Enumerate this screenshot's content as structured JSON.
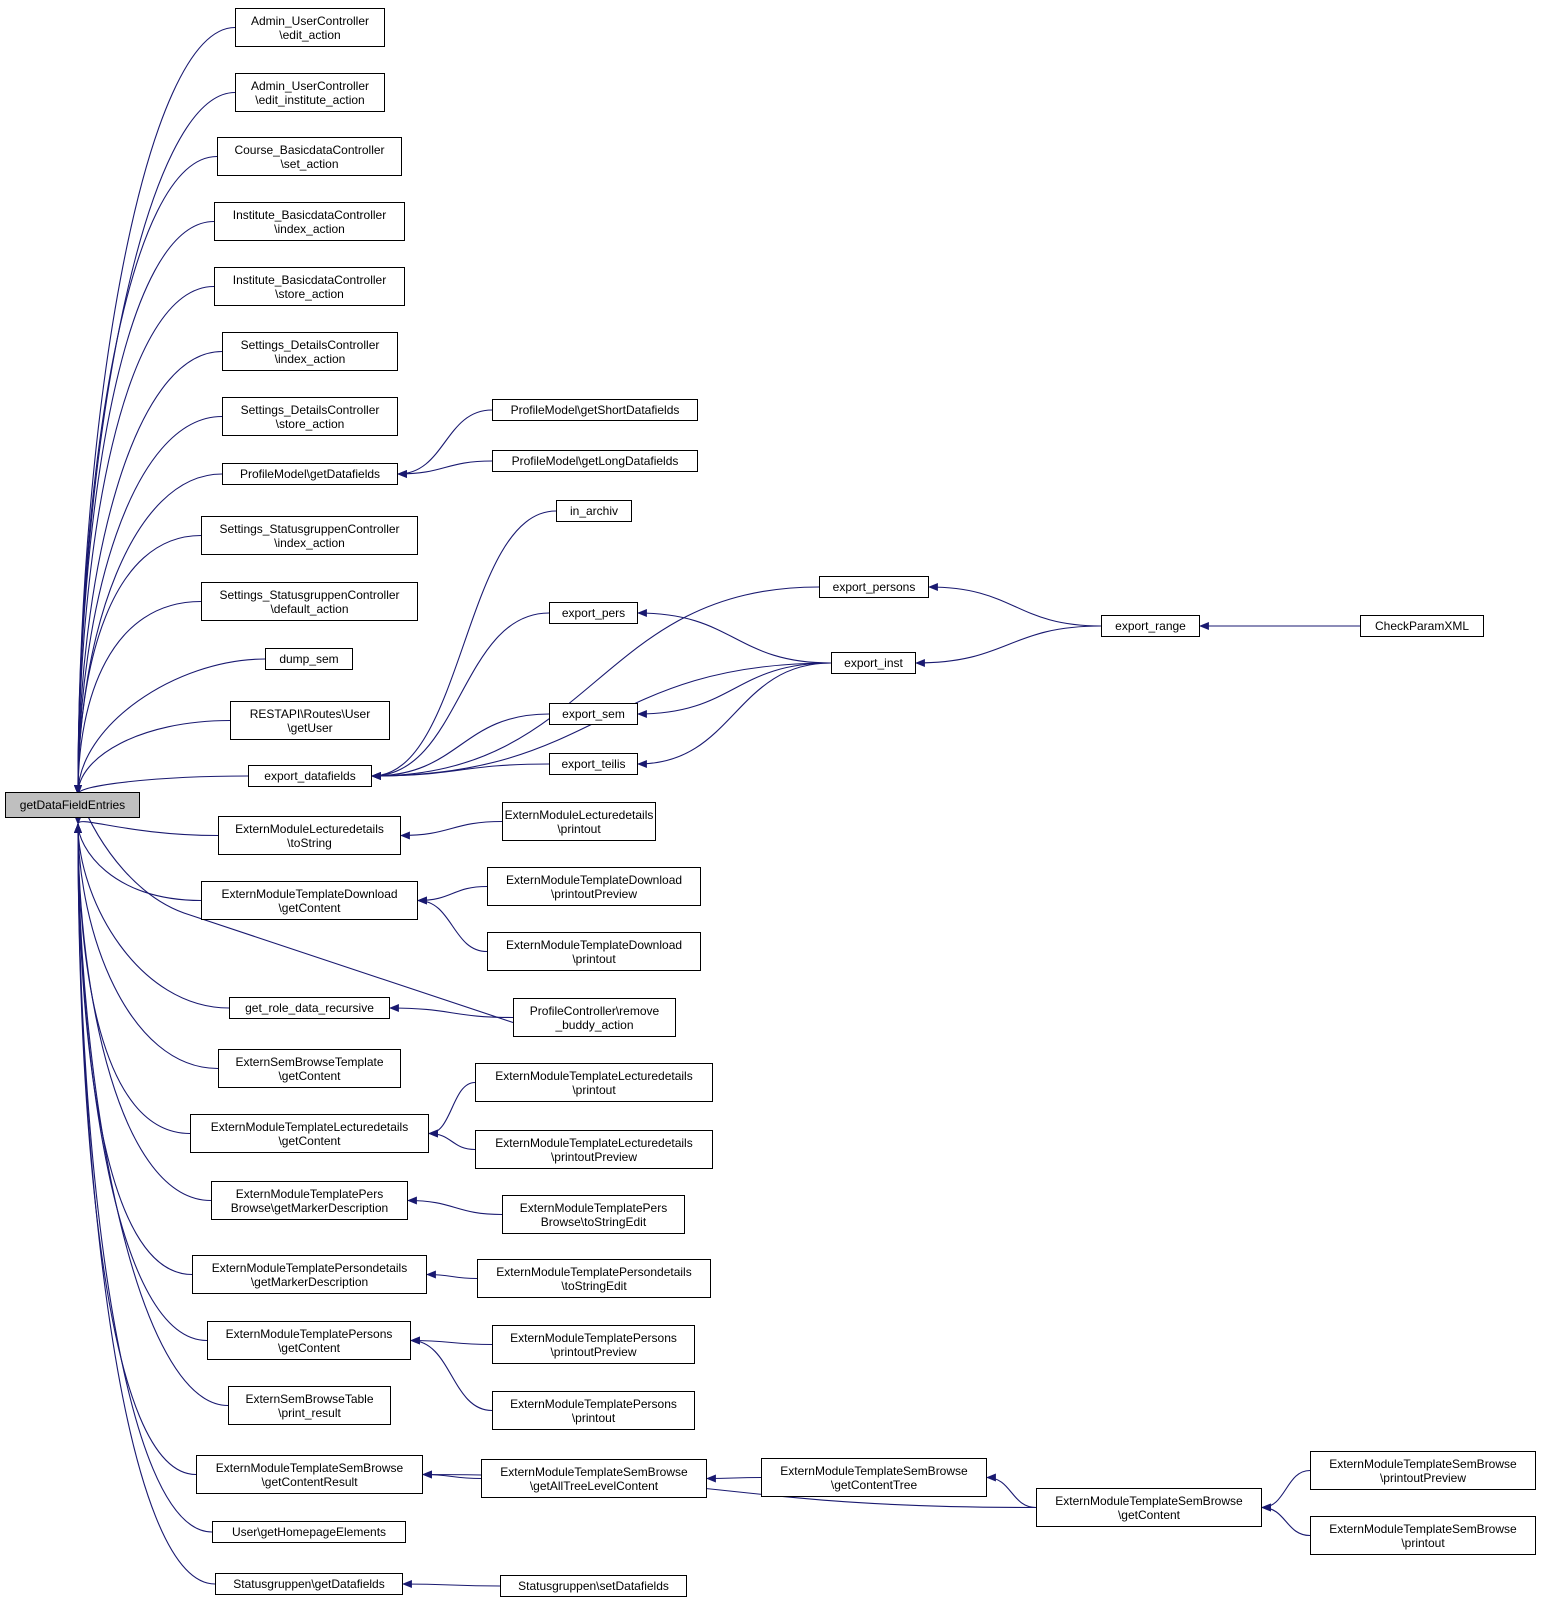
{
  "graph": {
    "edge_color": "#191970",
    "root_fill": "#bfbfbf",
    "nodes": {
      "root": [
        "getDataFieldEntries"
      ],
      "a1": [
        "Admin_UserController",
        "\\edit_action"
      ],
      "a2": [
        "Admin_UserController",
        "\\edit_institute_action"
      ],
      "a3": [
        "Course_BasicdataController",
        "\\set_action"
      ],
      "a4": [
        "Institute_BasicdataController",
        "\\index_action"
      ],
      "a5": [
        "Institute_BasicdataController",
        "\\store_action"
      ],
      "a6": [
        "Settings_DetailsController",
        "\\index_action"
      ],
      "a7": [
        "Settings_DetailsController",
        "\\store_action"
      ],
      "a8": [
        "ProfileModel\\getDatafields"
      ],
      "a9": [
        "Settings_StatusgruppenController",
        "\\index_action"
      ],
      "a10": [
        "Settings_StatusgruppenController",
        "\\default_action"
      ],
      "a11": [
        "dump_sem"
      ],
      "a12": [
        "RESTAPI\\Routes\\User",
        "\\getUser"
      ],
      "a13": [
        "export_datafields"
      ],
      "a14": [
        "ExternModuleLecturedetails",
        "\\toString"
      ],
      "a15": [
        "ExternModuleTemplateDownload",
        "\\getContent"
      ],
      "a16": [
        "get_role_data_recursive"
      ],
      "a17": [
        "ExternSemBrowseTemplate",
        "\\getContent"
      ],
      "a18": [
        "ExternModuleTemplateLecturedetails",
        "\\getContent"
      ],
      "a19": [
        "ExternModuleTemplatePers",
        "Browse\\getMarkerDescription"
      ],
      "a20": [
        "ExternModuleTemplatePersondetails",
        "\\getMarkerDescription"
      ],
      "a21": [
        "ExternModuleTemplatePersons",
        "\\getContent"
      ],
      "a22": [
        "ExternSemBrowseTable",
        "\\print_result"
      ],
      "a23": [
        "ExternModuleTemplateSemBrowse",
        "\\getContentResult"
      ],
      "a24": [
        "User\\getHomepageElements"
      ],
      "a25": [
        "Statusgruppen\\getDatafields"
      ],
      "b1": [
        "ProfileModel\\getShortDatafields"
      ],
      "b2": [
        "ProfileModel\\getLongDatafields"
      ],
      "b3": [
        "in_archiv"
      ],
      "b4": [
        "export_pers"
      ],
      "b5": [
        "export_sem"
      ],
      "b6": [
        "export_teilis"
      ],
      "b7": [
        "ExternModuleLecturedetails",
        "\\printout"
      ],
      "b8": [
        "ExternModuleTemplateDownload",
        "\\printoutPreview"
      ],
      "b9": [
        "ExternModuleTemplateDownload",
        "\\printout"
      ],
      "b10": [
        "ProfileController\\remove",
        "_buddy_action"
      ],
      "b11": [
        "ExternModuleTemplateLecturedetails",
        "\\printout"
      ],
      "b12": [
        "ExternModuleTemplateLecturedetails",
        "\\printoutPreview"
      ],
      "b13": [
        "ExternModuleTemplatePers",
        "Browse\\toStringEdit"
      ],
      "b14": [
        "ExternModuleTemplatePersondetails",
        "\\toStringEdit"
      ],
      "b15": [
        "ExternModuleTemplatePersons",
        "\\printoutPreview"
      ],
      "b16": [
        "ExternModuleTemplatePersons",
        "\\printout"
      ],
      "b17": [
        "ExternModuleTemplateSemBrowse",
        "\\getAllTreeLevelContent"
      ],
      "b18": [
        "Statusgruppen\\setDatafields"
      ],
      "c1": [
        "export_persons"
      ],
      "c2": [
        "export_inst"
      ],
      "c3": [
        "ExternModuleTemplateSemBrowse",
        "\\getContentTree"
      ],
      "d1": [
        "export_range"
      ],
      "d2": [
        "ExternModuleTemplateSemBrowse",
        "\\getContent"
      ],
      "e1": [
        "CheckParamXML"
      ],
      "e2": [
        "ExternModuleTemplateSemBrowse",
        "\\printoutPreview"
      ],
      "e3": [
        "ExternModuleTemplateSemBrowse",
        "\\printout"
      ]
    },
    "edges": [
      [
        "a1",
        "root"
      ],
      [
        "a2",
        "root"
      ],
      [
        "a3",
        "root"
      ],
      [
        "a4",
        "root"
      ],
      [
        "a5",
        "root"
      ],
      [
        "a6",
        "root"
      ],
      [
        "a7",
        "root"
      ],
      [
        "a8",
        "root"
      ],
      [
        "a9",
        "root"
      ],
      [
        "a10",
        "root"
      ],
      [
        "a11",
        "root"
      ],
      [
        "a12",
        "root"
      ],
      [
        "a13",
        "root"
      ],
      [
        "a14",
        "root"
      ],
      [
        "a15",
        "root"
      ],
      [
        "a16",
        "root"
      ],
      [
        "a17",
        "root"
      ],
      [
        "a18",
        "root"
      ],
      [
        "a19",
        "root"
      ],
      [
        "a20",
        "root"
      ],
      [
        "a21",
        "root"
      ],
      [
        "a22",
        "root"
      ],
      [
        "a23",
        "root"
      ],
      [
        "a24",
        "root"
      ],
      [
        "a25",
        "root"
      ],
      [
        "b10",
        "root"
      ],
      [
        "b1",
        "a8"
      ],
      [
        "b2",
        "a8"
      ],
      [
        "b3",
        "a13"
      ],
      [
        "c1",
        "a13"
      ],
      [
        "b4",
        "a13"
      ],
      [
        "c2",
        "a13"
      ],
      [
        "b5",
        "a13"
      ],
      [
        "b6",
        "a13"
      ],
      [
        "c2",
        "b4"
      ],
      [
        "c2",
        "b5"
      ],
      [
        "c2",
        "b6"
      ],
      [
        "d1",
        "c1"
      ],
      [
        "d1",
        "c2"
      ],
      [
        "e1",
        "d1"
      ],
      [
        "b7",
        "a14"
      ],
      [
        "b8",
        "a15"
      ],
      [
        "b9",
        "a15"
      ],
      [
        "b10",
        "a16"
      ],
      [
        "b11",
        "a18"
      ],
      [
        "b12",
        "a18"
      ],
      [
        "b13",
        "a19"
      ],
      [
        "b14",
        "a20"
      ],
      [
        "b15",
        "a21"
      ],
      [
        "b16",
        "a21"
      ],
      [
        "b17",
        "a23"
      ],
      [
        "c3",
        "b17"
      ],
      [
        "d2",
        "c3"
      ],
      [
        "d2",
        "a23"
      ],
      [
        "e2",
        "d2"
      ],
      [
        "e3",
        "d2"
      ],
      [
        "b18",
        "a25"
      ]
    ]
  }
}
